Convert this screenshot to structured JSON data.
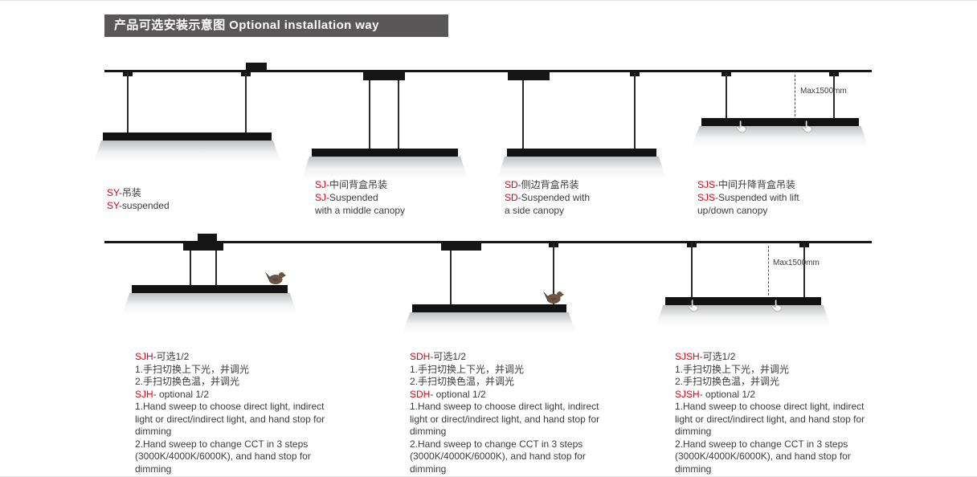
{
  "header": {
    "title": "产品可选安装示意图 Optional installation way"
  },
  "colors": {
    "accent_red": "#e60012",
    "text_dark": "#3e3a39",
    "header_bg": "#595757",
    "track_black": "#161616"
  },
  "annotations": {
    "max_height": "Max1500mm"
  },
  "icons": {
    "hand": "swipe-hand",
    "bird": "bird-silhouette"
  },
  "row1": {
    "labels": [
      {
        "code": "SY",
        "cn_rest": "-吊装",
        "en_rest": "-suspended",
        "extra": ""
      },
      {
        "code": "SJ",
        "cn_rest": "-中间背盒吊装",
        "en_rest": "-Suspended",
        "extra": "with a middle canopy"
      },
      {
        "code": "SD",
        "cn_rest": "-侧边背盒吊装",
        "en_rest": "-Suspended with",
        "extra": "a side canopy"
      },
      {
        "code": "SJS",
        "cn_rest": "-中间升降背盒吊装",
        "en_rest": "-Suspended with lift",
        "extra": "up/down canopy"
      }
    ]
  },
  "row2": {
    "blocks": [
      {
        "code": "SJH",
        "cn_title_rest": "-可选1/2",
        "cn_point1": "1.手扫切换上下光，并调光",
        "cn_point2": "2.手扫切换色温，并调光",
        "en_title_rest": "- optional 1/2",
        "en_point1": "1.Hand sweep to choose direct light, indirect light or direct/indirect light, and hand stop for dimming",
        "en_point2": "2.Hand sweep to change CCT in 3 steps (3000K/4000K/6000K), and hand stop for dimming"
      },
      {
        "code": "SDH",
        "cn_title_rest": "-可选1/2",
        "cn_point1": "1.手扫切换上下光，并调光",
        "cn_point2": "2.手扫切换色温，并调光",
        "en_title_rest": "- optional 1/2",
        "en_point1": "1.Hand sweep to choose direct light, indirect light or direct/indirect light, and hand stop for dimming",
        "en_point2": "2.Hand sweep to change CCT in 3 steps (3000K/4000K/6000K), and hand stop for dimming"
      },
      {
        "code": "SJSH",
        "cn_title_rest": "-可选1/2",
        "cn_point1": "1.手扫切换上下光，并调光",
        "cn_point2": "2.手扫切换色温，并调光",
        "en_title_rest": "- optional 1/2",
        "en_point1": "1.Hand sweep to choose direct light, indirect light or direct/indirect light, and hand stop for dimming",
        "en_point2": "2.Hand sweep to change CCT in 3 steps (3000K/4000K/6000K), and hand stop for dimming"
      }
    ]
  }
}
